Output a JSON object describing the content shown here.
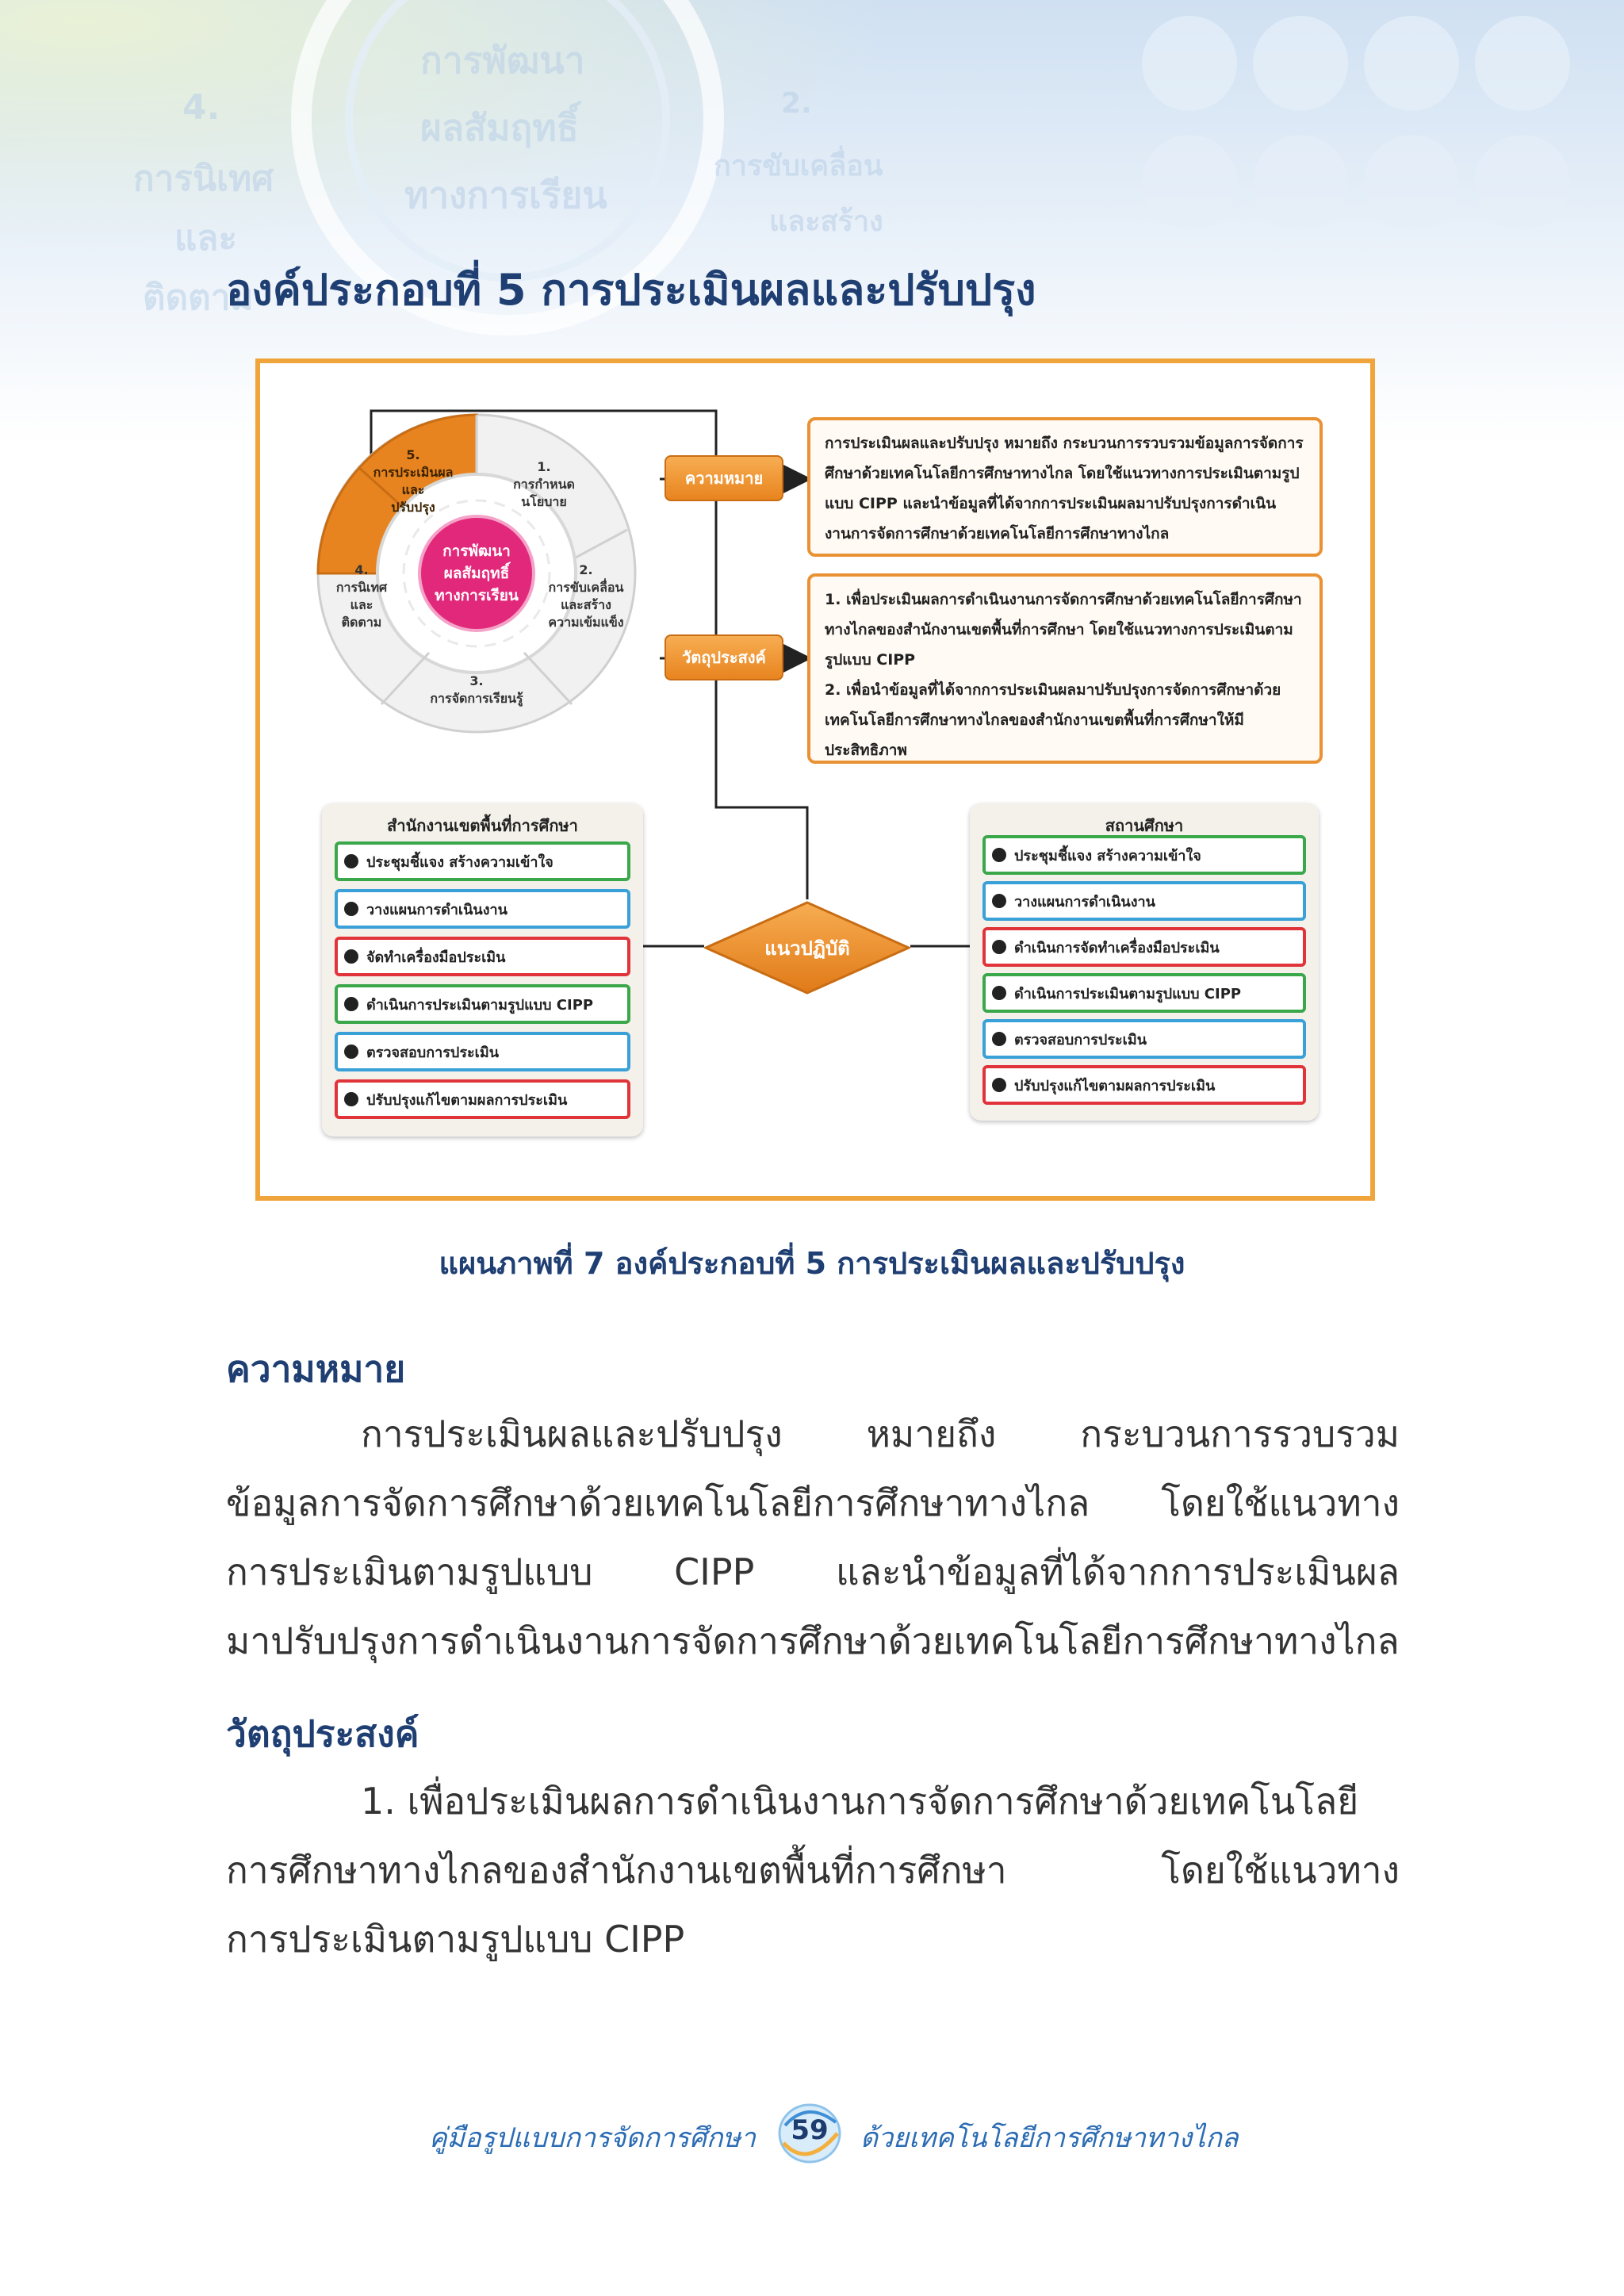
{
  "background": {
    "ghost_texts": [
      "4.",
      "การนิเทศ",
      "และ",
      "ติดตาม",
      "การพัฒนา",
      "ผลสัมฤทธิ์",
      "ทางการเรียน",
      "2.",
      "การขับเคลื่อน",
      "และสร้าง"
    ]
  },
  "page_title": "องค์ประกอบที่ 5  การประเมินผลและปรับปรุง",
  "figure": {
    "cycle": {
      "hub": "การพัฒนา\nผลสัมฤทธิ์\nทางการเรียน",
      "seg5": "5.\nการประเมินผล\nและ\nปรับปรุง",
      "seg1": "1.\nการกำหนด\nนโยบาย",
      "seg2": "2.\nการขับเคลื่อน\nและสร้าง\nความเข้มแข็ง",
      "seg3": "3.\nการจัดการเรียนรู้",
      "seg4": "4.\nการนิเทศ\nและ\nติดตาม"
    },
    "tag_meaning": "ความหมาย",
    "tag_objective": "วัตถุประสงค์",
    "meaning_text": "การประเมินผลและปรับปรุง หมายถึง กระบวนการรวบรวมข้อมูลการจัดการศึกษาด้วยเทคโนโลยีการศึกษาทางไกล โดยใช้แนวทางการประเมินตามรูปแบบ CIPP และนำข้อมูลที่ได้จากการประเมินผลมาปรับปรุงการดำเนินงานการจัดการศึกษาด้วยเทคโนโลยีการศึกษาทางไกล",
    "objective_1": "1. เพื่อประเมินผลการดำเนินงานการจัดการศึกษาด้วยเทคโนโลยีการศึกษาทางไกลของสำนักงานเขตพื้นที่การศึกษา โดยใช้แนวทางการประเมินตามรูปแบบ CIPP",
    "objective_2": "2. เพื่อนำข้อมูลที่ได้จากการประเมินผลมาปรับปรุงการจัดการศึกษาด้วยเทคโนโลยีการศึกษาทางไกลของสำนักงานเขตพื้นที่การศึกษาให้มีประสิทธิภาพ",
    "practice": "แนวปฏิบัติ",
    "office_panel": {
      "title": "สำนักงานเขตพื้นที่การศึกษา",
      "steps": [
        "ประชุมชี้แจง สร้างความเข้าใจ",
        "วางแผนการดำเนินงาน",
        "จัดทำเครื่องมือประเมิน",
        "ดำเนินการประเมินตามรูปแบบ CIPP",
        "ตรวจสอบการประเมิน",
        "ปรับปรุงแก้ไขตามผลการประเมิน"
      ]
    },
    "school_panel": {
      "title": "สถานศึกษา",
      "steps": [
        "ประชุมชี้แจง สร้างความเข้าใจ",
        "วางแผนการดำเนินงาน",
        "ดำเนินการจัดทำเครื่องมือประเมิน",
        "ดำเนินการประเมินตามรูปแบบ CIPP",
        "ตรวจสอบการประเมิน",
        "ปรับปรุงแก้ไขตามผลการประเมิน"
      ]
    }
  },
  "caption": "แผนภาพที่ 7  องค์ประกอบที่ 5  การประเมินผลและปรับปรุง",
  "meaning": {
    "heading": "ความหมาย",
    "lines": [
      "การประเมินผลและปรับปรุง  หมายถึง  กระบวนการรวบรวม",
      "ข้อมูลการจัดการศึกษาด้วยเทคโนโลยีการศึกษาทางไกล  โดยใช้แนวทาง",
      "การประเมินตามรูปแบบ  CIPP  และนำข้อมูลที่ได้จากการประเมินผล",
      "มาปรับปรุงการดำเนินงานการจัดการศึกษาด้วยเทคโนโลยีการศึกษาทางไกล"
    ]
  },
  "objective": {
    "heading": "วัตถุประสงค์",
    "lines": [
      "1.  เพื่อประเมินผลการดำเนินงานการจัดการศึกษาด้วยเทคโนโลยี",
      "การศึกษาทางไกลของสำนักงานเขตพื้นที่การศึกษา  โดยใช้แนวทาง",
      "การประเมินตามรูปแบบ  CIPP"
    ]
  },
  "footer": {
    "left": "คู่มือรูปแบบการจัดการศึกษา",
    "page": "59",
    "right": "ด้วยเทคโนโลยีการศึกษาทางไกล"
  },
  "colors": {
    "title_blue": "#1f3f73",
    "orange": "#e8841f",
    "figure_border": "#f0a53c"
  }
}
